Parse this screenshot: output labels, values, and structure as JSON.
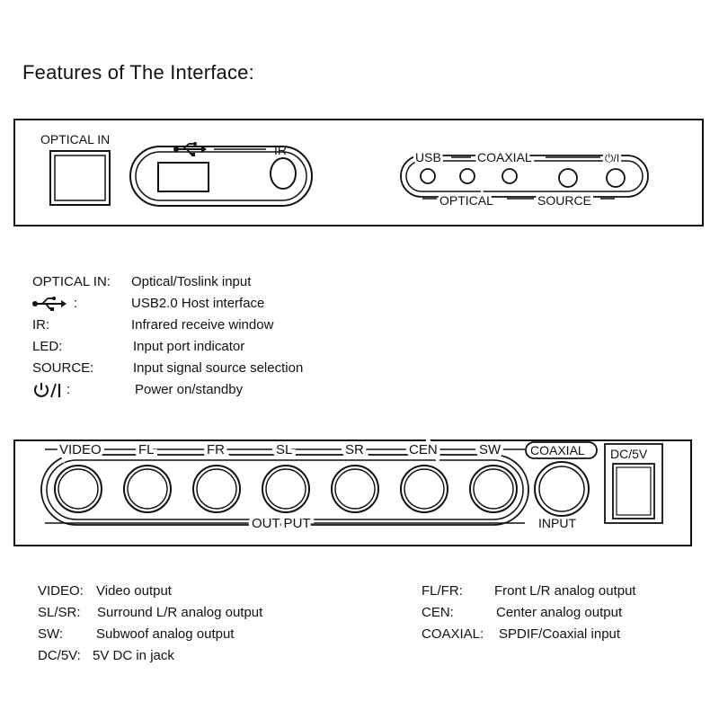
{
  "title": "Features of The Interface:",
  "front_panel": {
    "optical_in_label": "OPTICAL IN",
    "usb_icon": "usb-icon",
    "ir_label": "IR",
    "led_top_labels": [
      "USB",
      "COAXIAL",
      "⏻/I"
    ],
    "led_bottom_labels": [
      "OPTICAL",
      "SOURCE"
    ]
  },
  "front_legend": [
    {
      "key": "OPTICAL IN:",
      "value": "Optical/Toslink input"
    },
    {
      "key": ":",
      "key_icon": "usb-icon",
      "value": "USB2.0 Host interface"
    },
    {
      "key": "IR:",
      "value": "Infrared receive window"
    },
    {
      "key": "LED:",
      "value": "Input port indicator"
    },
    {
      "key": "SOURCE:",
      "value": "Input signal source selection"
    },
    {
      "key": ":",
      "key_icon": "power-icon",
      "value": "Power on/standby"
    }
  ],
  "rear_panel": {
    "output_labels": [
      "VIDEO",
      "FL",
      "FR",
      "SL",
      "SR",
      "CEN",
      "SW"
    ],
    "output_group_label": "OUT PUT",
    "coaxial_label": "COAXIAL",
    "input_label": "INPUT",
    "dc_label": "DC/5V"
  },
  "rear_legend_left": [
    {
      "key": "VIDEO:",
      "value": "Video output"
    },
    {
      "key": "SL/SR:",
      "value": "Surround L/R analog output"
    },
    {
      "key": "SW:",
      "value": "Subwoof analog output"
    },
    {
      "key": "DC/5V:",
      "value": "5V DC in jack"
    }
  ],
  "rear_legend_right": [
    {
      "key": "FL/FR:",
      "value": "Front L/R analog output"
    },
    {
      "key": "CEN:",
      "value": "Center analog output"
    },
    {
      "key": "COAXIAL:",
      "value": "SPDIF/Coaxial input"
    }
  ]
}
